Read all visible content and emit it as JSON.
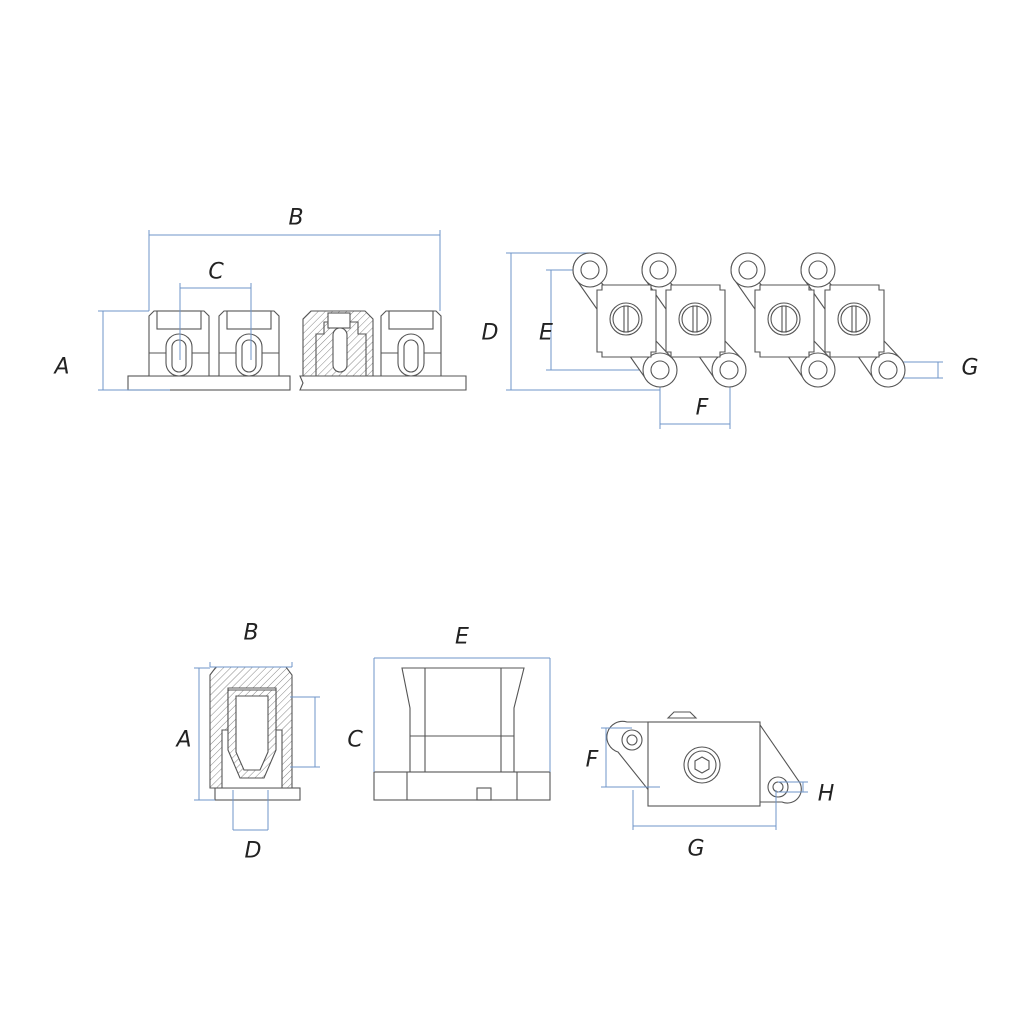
{
  "top_side_view": {
    "labels": {
      "A": "A",
      "B": "B",
      "C": "C"
    }
  },
  "top_plan_view": {
    "labels": {
      "D": "D",
      "E": "E",
      "F": "F",
      "G": "G"
    }
  },
  "bottom_section_view": {
    "labels": {
      "A": "A",
      "B": "B",
      "D": "D"
    }
  },
  "bottom_front_view": {
    "labels": {
      "C": "C",
      "E": "E"
    }
  },
  "bottom_plan_view": {
    "labels": {
      "F": "F",
      "G": "G",
      "H": "H"
    }
  },
  "colors": {
    "line": "#555555",
    "dimension": "#6f95c9"
  }
}
